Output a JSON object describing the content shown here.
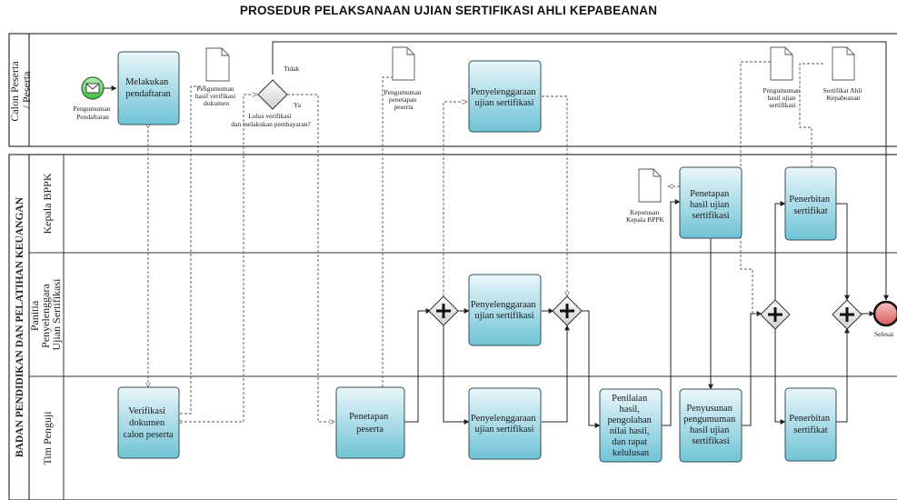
{
  "title": "PROSEDUR PELAKSANAAN UJIAN SERTIFIKASI AHLI KEPABEANAN",
  "pools": {
    "top": {
      "lane": "Calon Peserta / Peserta"
    },
    "bottom": {
      "name": "BADAN PENDIDIKAN DAN PELATIHAN KEUANGAN",
      "lanes": [
        "Kepala BPPK",
        "Panitia Penyelenggara Ujian Sertifikasi",
        "Tim Penguji"
      ]
    }
  },
  "start_event": {
    "label": "Pengumuman Pendaftaran"
  },
  "end_event": {
    "label": "Selesai"
  },
  "gateway": {
    "label": "Lulus verifikasi dan melakukan pembayaran?",
    "no": "Tidak",
    "yes": "Ya"
  },
  "tasks": {
    "pendaftaran": "Melakukan pendaftaran",
    "ujian_peserta": "Penyelenggaraan ujian sertifikasi",
    "verifikasi": "Verifikasi dokumen calon peserta",
    "penetapan_peserta": "Penetapan peserta",
    "ujian_panitia": "Penyelenggaraan ujian sertifikasi",
    "ujian_penguji": "Penyelenggaraan ujian sertifikasi",
    "penilaian": "Penilaian hasil, pengolahan nilai hasil, dan rapat kelulusan",
    "penyusunan": "Penyusunan pengumuman hasil ujian sertifikasi",
    "penetapan_hasil": "Penetapan hasil ujian sertifikasi",
    "penerbitan_kepala": "Penerbitan sertifikat",
    "penerbitan_penguji": "Penerbitan sertifikat"
  },
  "documents": {
    "hasil_verifikasi": "Pengumuman hasil verifikasi dokumen",
    "penetapan_peserta": "Pengumuman penetapan peserta",
    "hasil_ujian": "Pengumuman hasil ujian sertifikasi",
    "sertifikat": "Sertifikat Ahli Kepabeanan",
    "keputusan": "Keputusan Kepala BPPK"
  },
  "colors": {
    "task_top": "#eaf6fa",
    "task_bottom": "#6fc3d6",
    "task_stroke": "#2f4f5a",
    "start": "#5fcf5f",
    "end": "#e07070",
    "gateway": "#e8e8e8"
  }
}
